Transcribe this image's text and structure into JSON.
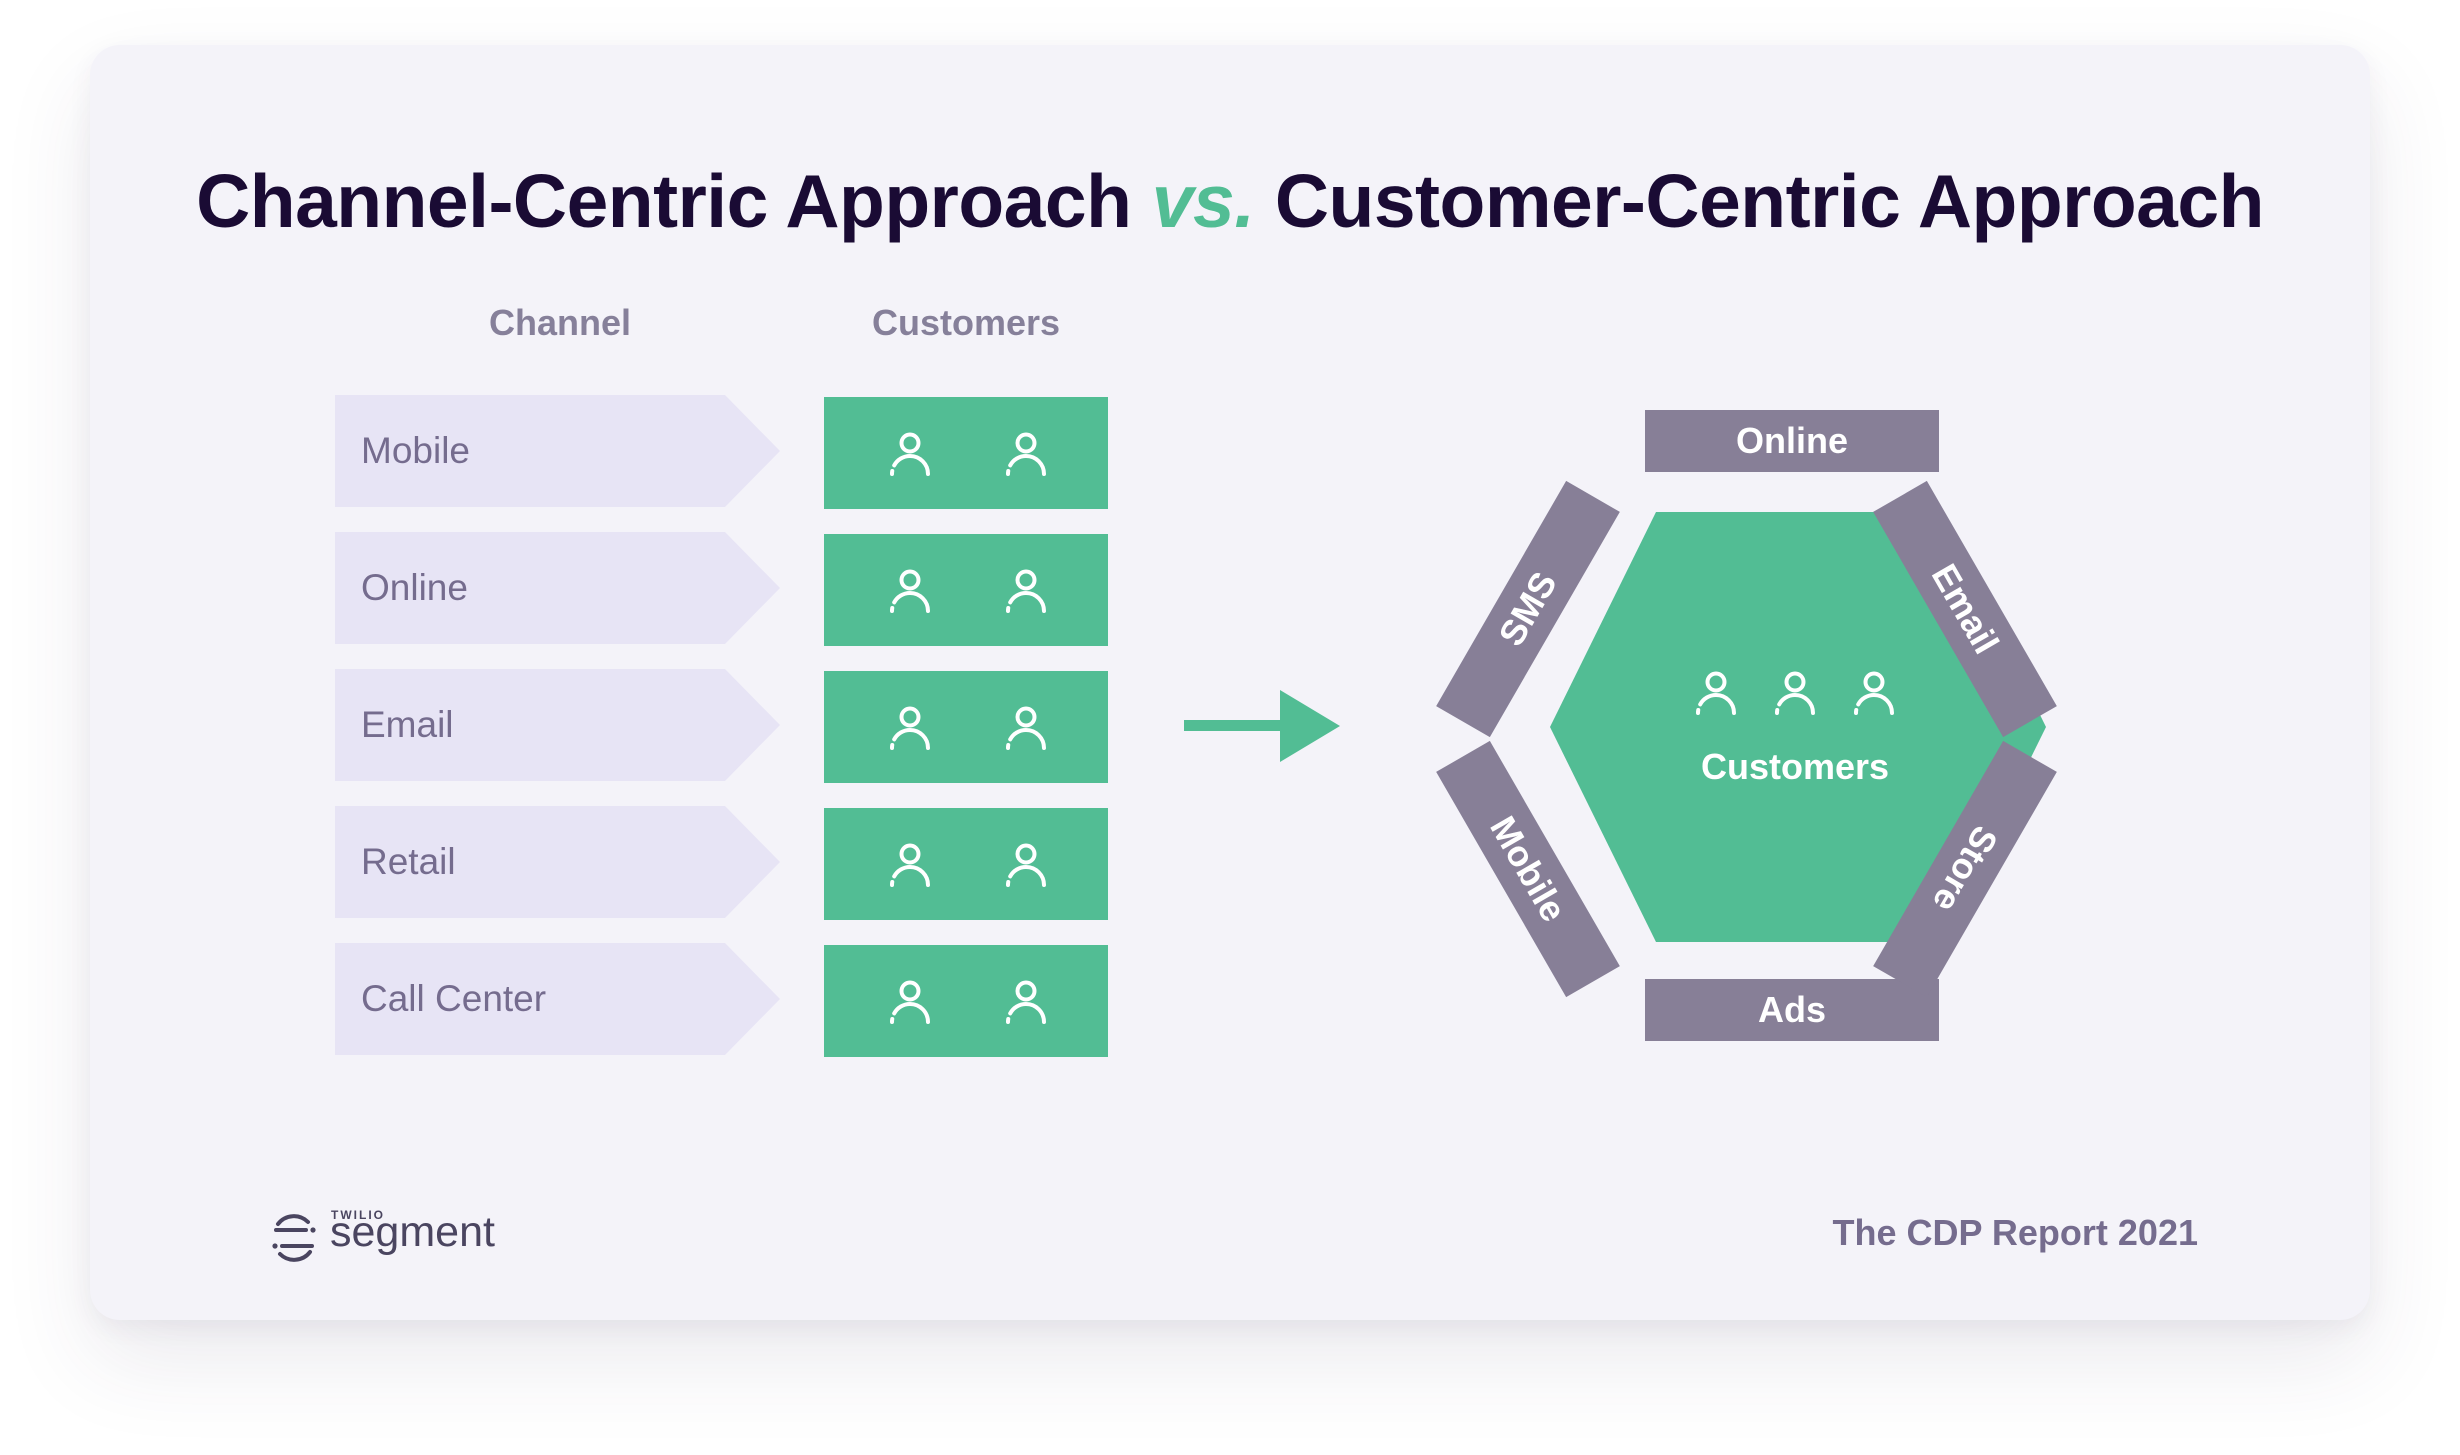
{
  "title": {
    "part1": "Channel-Centric Approach",
    "vs": "vs.",
    "part2": "Customer-Centric Approach"
  },
  "left": {
    "channel_header": "Channel",
    "customers_header": "Customers",
    "channels": [
      "Mobile",
      "Online",
      "Email",
      "Retail",
      "Call Center"
    ]
  },
  "right": {
    "center_label": "Customers",
    "channels": {
      "top": "Online",
      "upper_right": "Email",
      "lower_right": "Store",
      "bottom": "Ads",
      "lower_left": "Mobile",
      "upper_left": "SMS"
    }
  },
  "footer": {
    "logo_small": "TWILIO",
    "logo_word": "segment",
    "report": "The CDP Report 2021"
  },
  "colors": {
    "background_card": "#f4f3f9",
    "title": "#1a0b34",
    "accent_green": "#52bd94",
    "channel_arrow": "#e7e4f5",
    "channel_text": "#756c8e",
    "bar_gray": "#877f97"
  },
  "icons": {
    "person": "person-icon",
    "arrow": "arrow-right-icon",
    "logo": "segment-logo-icon"
  }
}
